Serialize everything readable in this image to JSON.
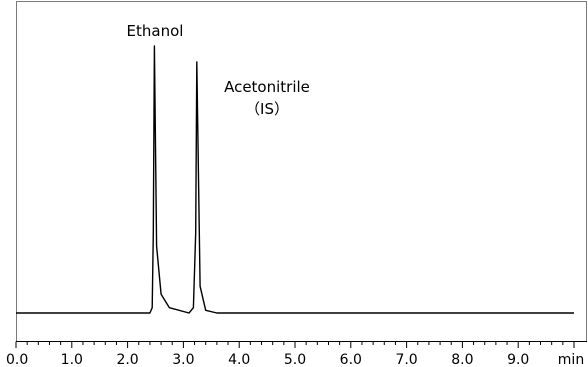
{
  "chart_data": {
    "type": "line",
    "title": "",
    "xlabel": "",
    "ylabel": "",
    "x_unit": "min",
    "xlim": [
      0.0,
      10.0
    ],
    "grid": false,
    "x_ticks": [
      "0.0",
      "1.0",
      "2.0",
      "3.0",
      "4.0",
      "5.0",
      "6.0",
      "7.0",
      "8.0",
      "9.0"
    ],
    "minor_tick_step": 0.2,
    "series": [
      {
        "values_description_x": [
          0.0,
          2.4,
          2.44,
          2.46,
          2.48,
          2.52,
          2.6,
          2.75,
          3.1,
          3.18,
          3.22,
          3.24,
          3.3,
          3.4,
          3.6,
          10.0
        ],
        "values": [
          0.0,
          0.0,
          0.02,
          0.3,
          1.0,
          0.25,
          0.07,
          0.02,
          0.0,
          0.02,
          0.3,
          0.94,
          0.1,
          0.01,
          0.0,
          0.0
        ]
      }
    ],
    "annotations": [
      {
        "text": "Ethanol",
        "x": 2.48
      },
      {
        "text": "Acetonitrile",
        "x": 3.24
      },
      {
        "text": "（IS）",
        "x": 3.24
      }
    ]
  }
}
